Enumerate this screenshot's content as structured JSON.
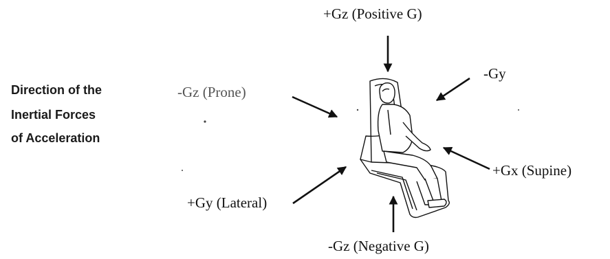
{
  "caption": {
    "line1": "Direction of the",
    "line2": "Inertial Forces",
    "line3": "of Acceleration"
  },
  "labels": {
    "positive_gz": "+Gz (Positive G)",
    "negative_gz": "-Gz (Negative G)",
    "prone": "-Gz (Prone)",
    "neg_gy": "-Gy",
    "supine": "+Gx (Supine)",
    "lateral": "+Gy (Lateral)"
  },
  "colors": {
    "ink": "#111111"
  }
}
